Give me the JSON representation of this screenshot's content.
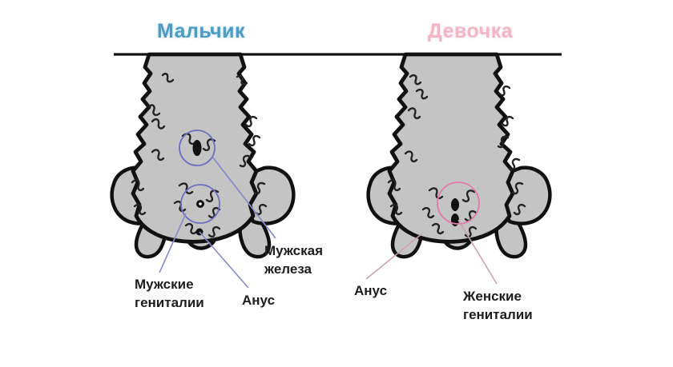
{
  "figure": {
    "titles": {
      "male": "Мальчик",
      "female": "Девочка"
    },
    "labels": {
      "male_gland_line1": "Мужская",
      "male_gland_line2": "железа",
      "male_genitals_line1": "Мужские",
      "male_genitals_line2": "гениталии",
      "male_anus": "Анус",
      "female_anus": "Анус",
      "female_genitals_line1": "Женские",
      "female_genitals_line2": "гениталии"
    },
    "colors": {
      "male_title": "#4f9bc0",
      "female_title": "#f0b6c6",
      "male_marker": "#6f6fbf",
      "female_marker": "#e07aa6",
      "body_fill": "#c4c4c4",
      "outline": "#111111",
      "label_text": "#1d1d1d",
      "leader_line_male": "#8a8ac8",
      "leader_line_female": "#c9a0b4",
      "background": "#ffffff"
    }
  }
}
